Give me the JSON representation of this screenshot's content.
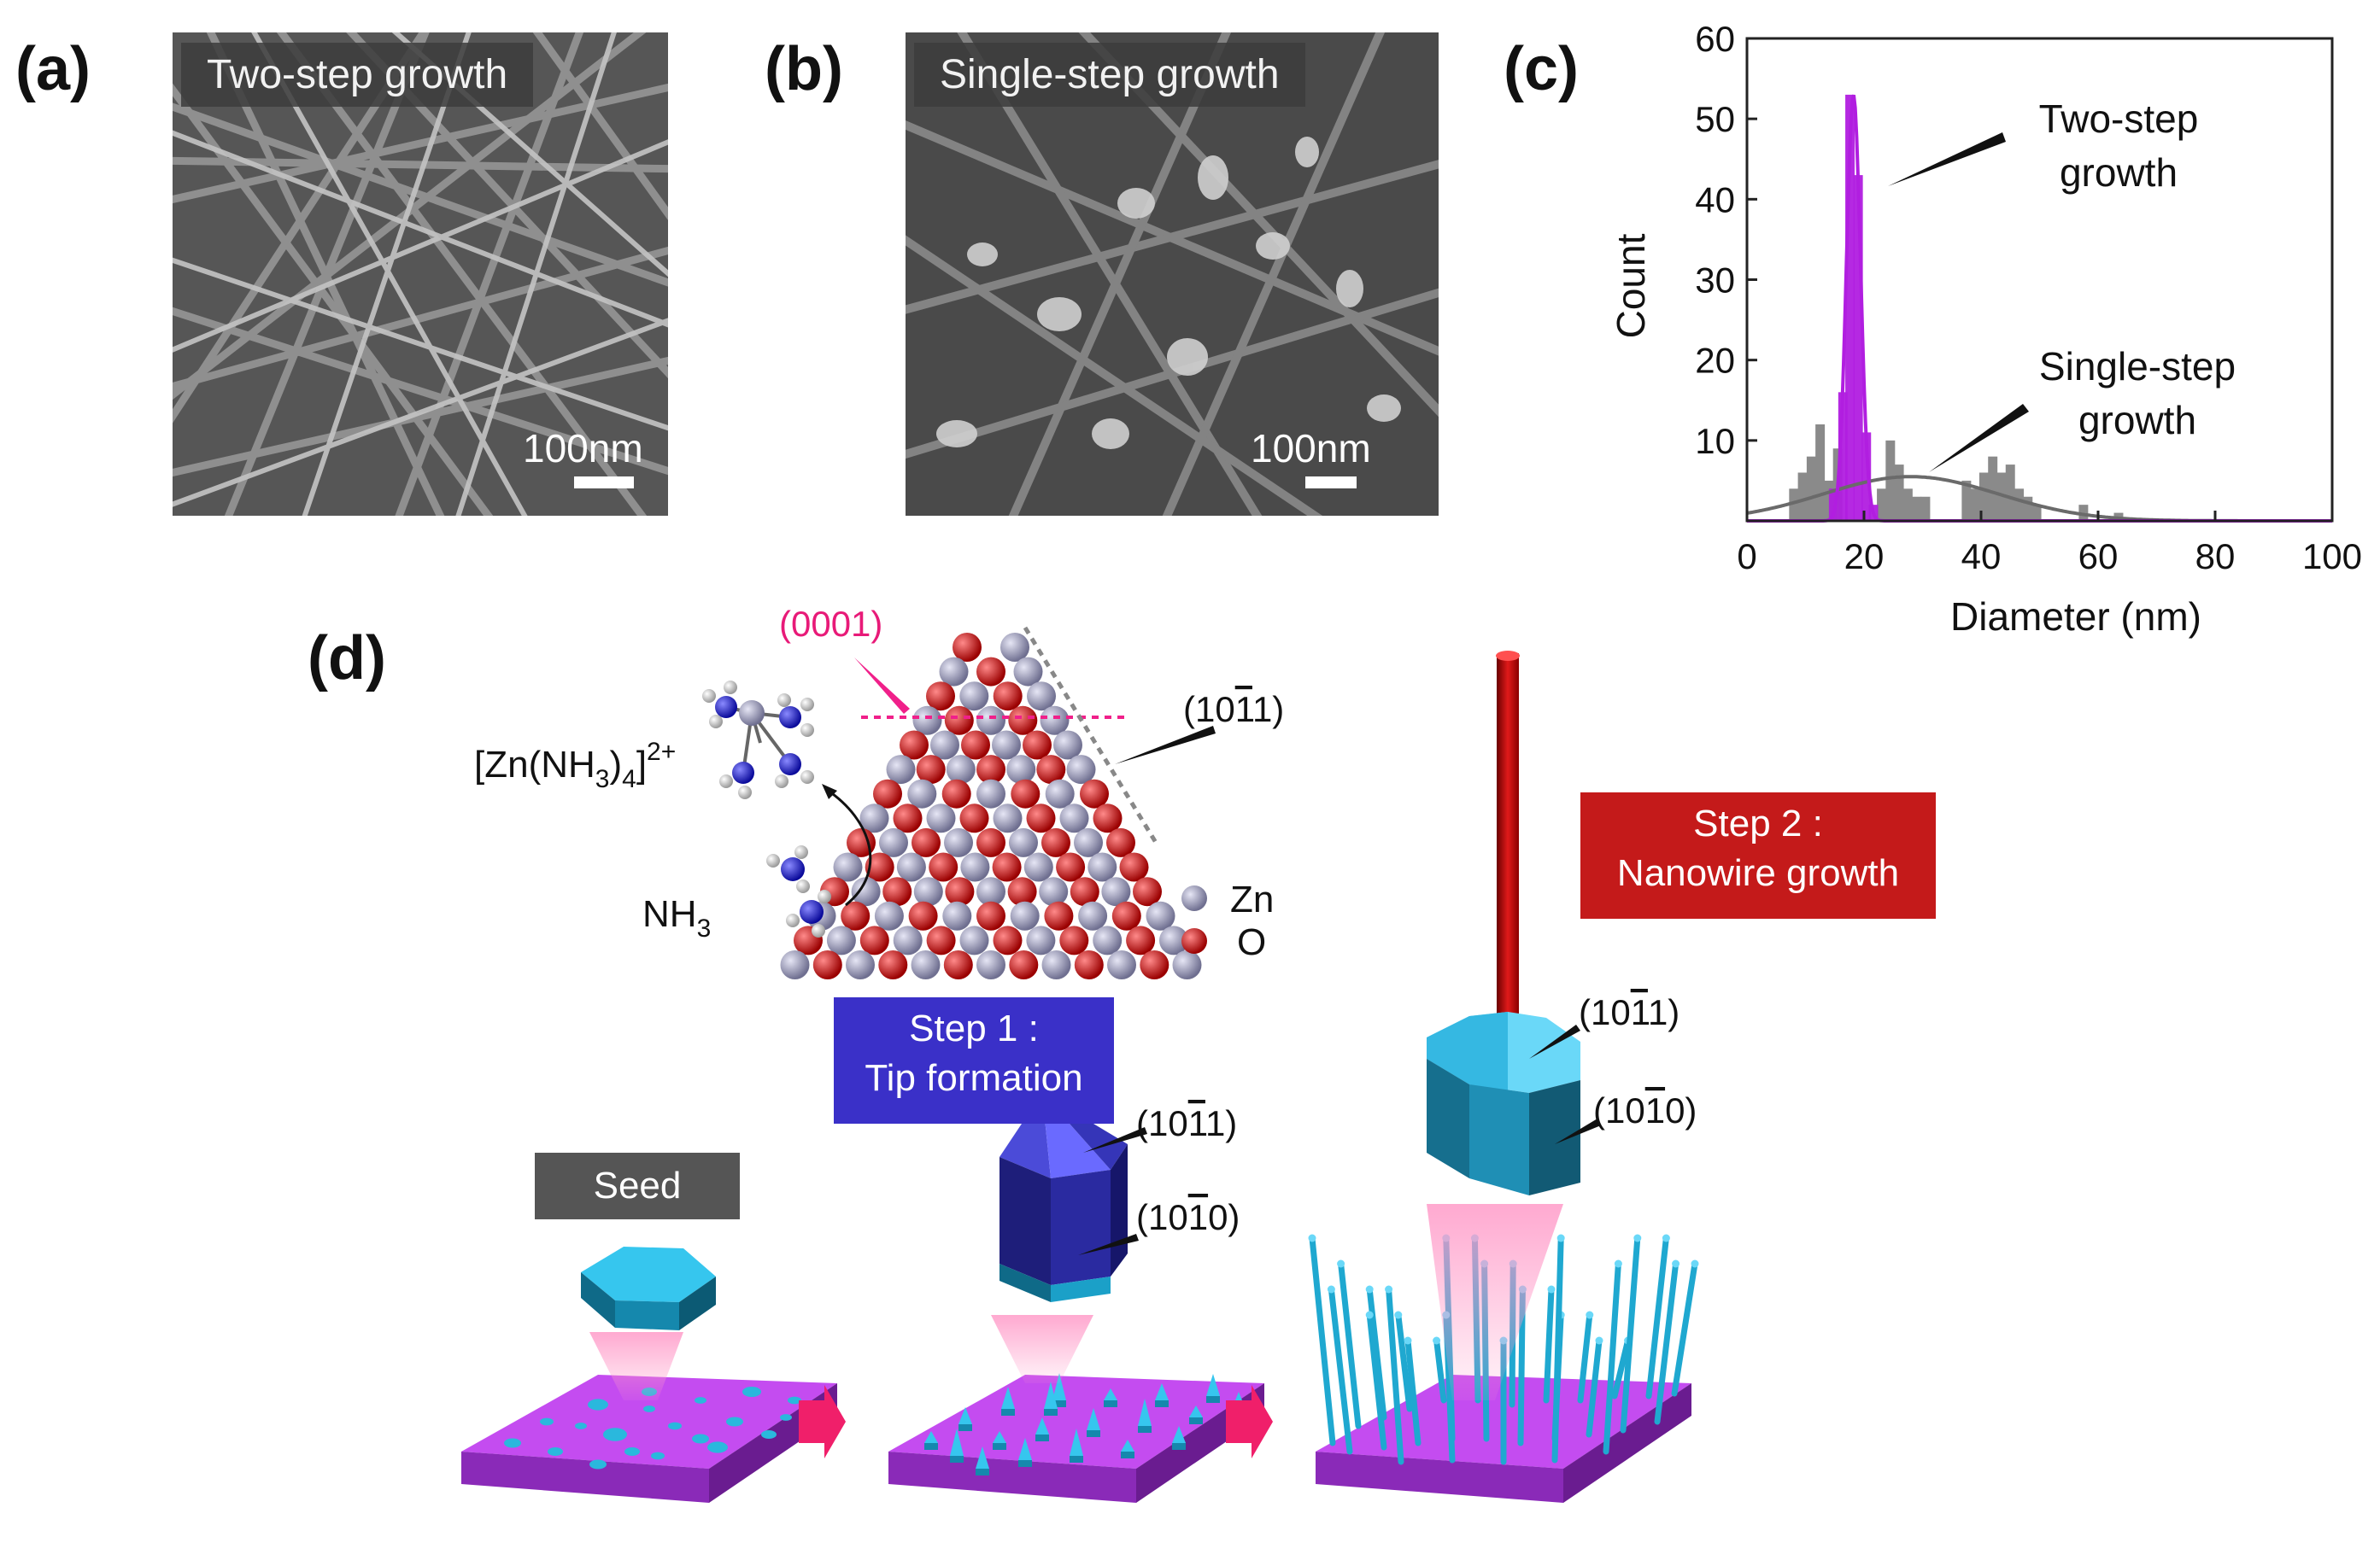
{
  "panel_a": {
    "label": "(a)",
    "title": "Two-step growth",
    "scale": "100nm"
  },
  "panel_b": {
    "label": "(b)",
    "title": "Single-step growth",
    "scale": "100nm"
  },
  "panel_c": {
    "label": "(c)"
  },
  "chart_data": {
    "type": "bar",
    "xlabel": "Diameter (nm)",
    "ylabel": "Count",
    "xlim": [
      0,
      100
    ],
    "ylim": [
      0,
      60
    ],
    "xticks": [
      0,
      20,
      40,
      60,
      80,
      100
    ],
    "yticks": [
      10,
      20,
      30,
      40,
      50,
      60
    ],
    "bin_width": 1.6,
    "series": [
      {
        "annotation": "Two-step growth",
        "color": "#b11ee0",
        "bins": [
          {
            "x": 14.8,
            "y": 4
          },
          {
            "x": 16.4,
            "y": 16
          },
          {
            "x": 17.6,
            "y": 53
          },
          {
            "x": 19.0,
            "y": 43
          },
          {
            "x": 20.4,
            "y": 11
          },
          {
            "x": 21.6,
            "y": 2
          }
        ]
      },
      {
        "annotation": "Single-step growth",
        "color": "#8a8a8a",
        "bins": [
          {
            "x": 8,
            "y": 4
          },
          {
            "x": 9.5,
            "y": 6
          },
          {
            "x": 11,
            "y": 8
          },
          {
            "x": 12.5,
            "y": 12
          },
          {
            "x": 14,
            "y": 5
          },
          {
            "x": 15.5,
            "y": 9
          },
          {
            "x": 23,
            "y": 4
          },
          {
            "x": 24.5,
            "y": 10
          },
          {
            "x": 26,
            "y": 7
          },
          {
            "x": 27.5,
            "y": 4
          },
          {
            "x": 29,
            "y": 3
          },
          {
            "x": 30.5,
            "y": 3
          },
          {
            "x": 37.5,
            "y": 5
          },
          {
            "x": 39,
            "y": 4
          },
          {
            "x": 40.5,
            "y": 6
          },
          {
            "x": 42,
            "y": 8
          },
          {
            "x": 43.5,
            "y": 6
          },
          {
            "x": 45,
            "y": 7
          },
          {
            "x": 46.5,
            "y": 4
          },
          {
            "x": 48,
            "y": 3
          },
          {
            "x": 49.5,
            "y": 2
          },
          {
            "x": 57.5,
            "y": 2
          },
          {
            "x": 63.5,
            "y": 1
          }
        ]
      }
    ],
    "fits": [
      {
        "series": "Two-step growth",
        "mean": 18.2,
        "sigma": 1.2,
        "peak": 53,
        "color": "#b11ee0"
      },
      {
        "series": "Single-step growth",
        "mean": 28,
        "sigma": 15,
        "peak": 5.5,
        "color": "#6a6a6a"
      }
    ],
    "annotations": [
      {
        "text": [
          "Two-step",
          "growth"
        ]
      },
      {
        "text": [
          "Single-step",
          "growth"
        ]
      }
    ]
  },
  "panel_d": {
    "label": "(d)",
    "plane_0001": "(0001)",
    "plane_1011": "(10",
    "plane_1011_bar": "1",
    "plane_1011_end": "1)",
    "plane_1010": "(10",
    "plane_1010_bar": "1",
    "plane_1010_end": "0)",
    "complex": "[Zn(NH",
    "complex_sub": "3",
    "complex_mid": ")",
    "complex_sub2": "4",
    "complex_end": "]",
    "complex_sup": "2+",
    "nh3": "NH",
    "nh3_sub": "3",
    "legend_zn": "Zn",
    "legend_o": "O",
    "zn_color": "#8a8aa8",
    "o_color": "#d11010",
    "seed_label": "Seed",
    "step1": [
      "Step 1 :",
      "Tip formation"
    ],
    "step2": [
      "Step 2 :",
      "Nanowire growth"
    ],
    "seed_box_color": "#555555",
    "step1_color": "#3a30c8",
    "step2_color": "#c41a1a"
  }
}
